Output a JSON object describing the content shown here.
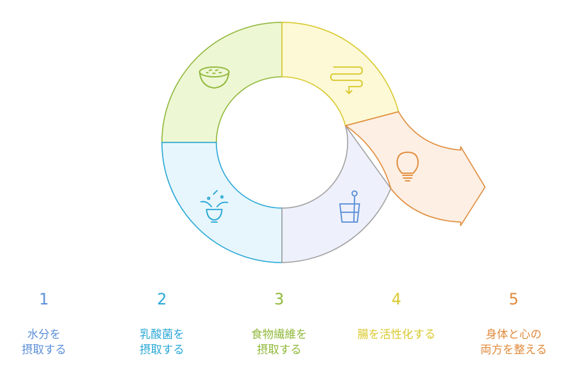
{
  "colors": {
    "blue": "#5b8fd8",
    "cyan": "#29a7d6",
    "green": "#8fb83a",
    "yellow": "#d9c92e",
    "orange": "#e08a3a",
    "gray": "#a0a0a0"
  },
  "segments": [
    {
      "name": "bowl",
      "icon": "rice-bowl-icon"
    },
    {
      "name": "intestine",
      "icon": "intestine-icon"
    },
    {
      "name": "bulb",
      "icon": "lightbulb-icon"
    },
    {
      "name": "glass",
      "icon": "water-glass-icon"
    },
    {
      "name": "yogurt",
      "icon": "yogurt-bowl-icon"
    }
  ],
  "steps": [
    {
      "number": "1",
      "label": "水分を\n摂取する"
    },
    {
      "number": "2",
      "label": "乳酸菌を\n摂取する"
    },
    {
      "number": "3",
      "label": "食物繊維を\n摂取する"
    },
    {
      "number": "4",
      "label": "腸を活性化する"
    },
    {
      "number": "5",
      "label": "身体と心の\n両方を整える"
    }
  ]
}
